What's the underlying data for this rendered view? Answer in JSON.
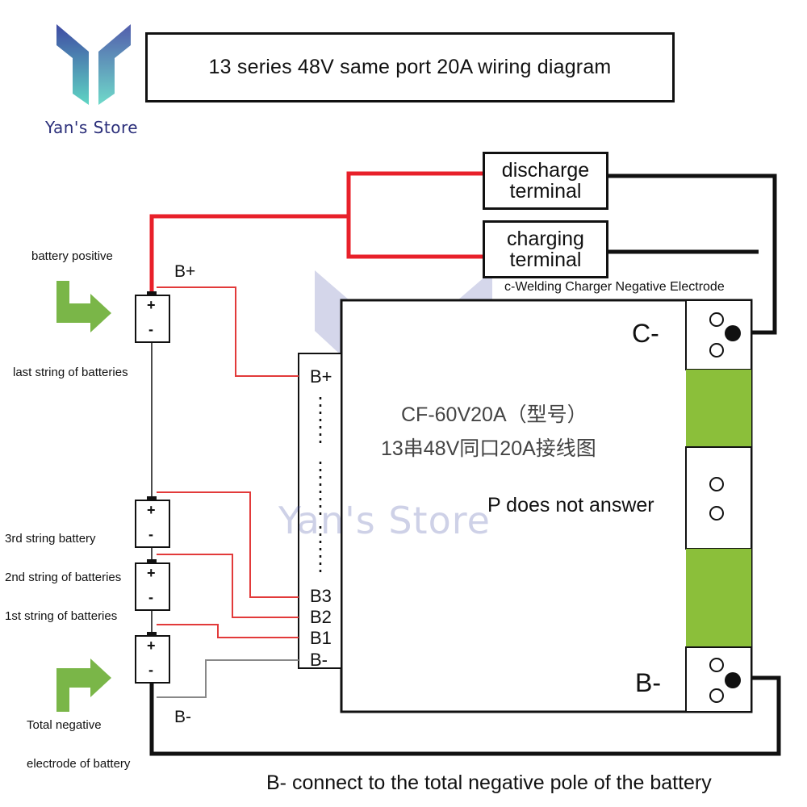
{
  "brand": {
    "store_name": "Yan's Store",
    "watermark_text": "Yan's Store",
    "colors": {
      "logo_top": "#3f4aa3",
      "logo_bottom": "#5fd6c4",
      "store_text": "#2b2f7a"
    }
  },
  "title": "13 series 48V same port 20A wiring diagram",
  "terminals": {
    "discharge": "discharge terminal",
    "charging": "charging terminal",
    "charger_negative_note": "c-Welding Charger Negative Electrode"
  },
  "board": {
    "model_line1": "CF-60V20A（型号）",
    "model_line2": "13串48V同口20A接线图",
    "p_note": "P does not answer",
    "c_minus": "C-",
    "b_minus": "B-",
    "pins": {
      "b_plus": "B+",
      "b3": "B3",
      "b2": "B2",
      "b1": "B1",
      "b_minus": "B-"
    }
  },
  "battery_labels": {
    "positive": "battery positive",
    "last_string": "last string of batteries",
    "third": "3rd string battery",
    "second": "2nd string of batteries",
    "first": "1st string of batteries",
    "total_negative_line1": "Total negative",
    "total_negative_line2": "electrode of battery",
    "b_plus_tag": "B+",
    "b_minus_tag": "B-",
    "cell_plus": "+",
    "cell_minus": "-"
  },
  "bottom_note": "B- connect to the total negative pole of the battery",
  "colors": {
    "red_wire": "#e8202a",
    "thin_red_wire": "#e23a3a",
    "black_wire": "#111111",
    "gray_wire": "#888888",
    "board_green": "#8bbf3a",
    "arrow_green": "#7ab648"
  },
  "icons": [
    "store-logo-icon",
    "arrow-down-right-icon",
    "arrow-up-right-icon"
  ]
}
